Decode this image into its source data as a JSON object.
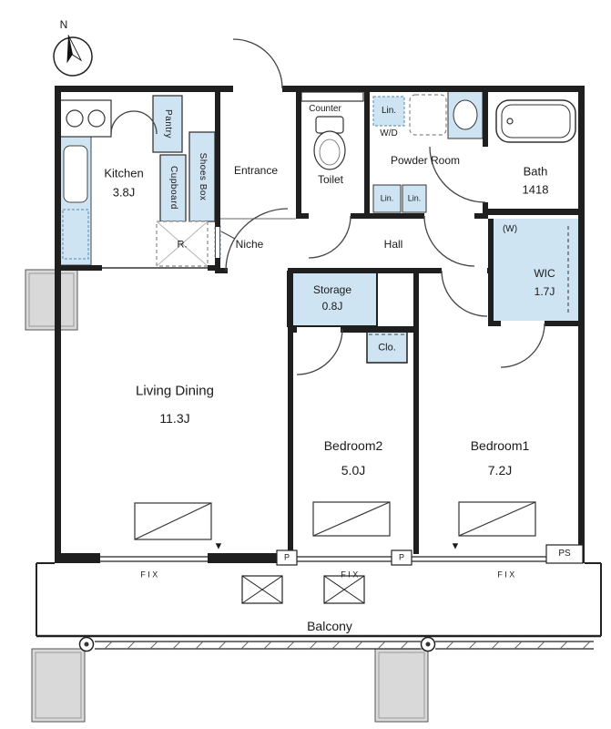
{
  "compass": {
    "north_label": "N"
  },
  "rooms": {
    "kitchen": {
      "name": "Kitchen",
      "size": "3.8J"
    },
    "entrance": {
      "name": "Entrance"
    },
    "toilet": {
      "name": "Toilet",
      "counter_label": "Counter"
    },
    "powder_room": {
      "name": "Powder Room",
      "washer_dryer_label": "W/D",
      "linen_top": "Lin.",
      "linen_bottom_left": "Lin.",
      "linen_bottom_right": "Lin."
    },
    "bath": {
      "name": "Bath",
      "size": "1418"
    },
    "hall": {
      "name": "Hall"
    },
    "niche": {
      "label": "Niche"
    },
    "wic": {
      "name": "WIC",
      "size": "1.7J",
      "window_mark": "(W)"
    },
    "storage": {
      "name": "Storage",
      "size": "0.8J"
    },
    "closet": {
      "label": "Clo."
    },
    "living_dining": {
      "name": "Living Dining",
      "size": "11.3J"
    },
    "bedroom2": {
      "name": "Bedroom2",
      "size": "5.0J"
    },
    "bedroom1": {
      "name": "Bedroom1",
      "size": "7.2J"
    },
    "balcony": {
      "name": "Balcony"
    }
  },
  "built_ins": {
    "pantry": "Pantry",
    "cupboard": "Cupboard",
    "shoes_box": "Shoes Box",
    "refrigerator_space": "R."
  },
  "annotations": {
    "fix_living": "FIX",
    "fix_bedroom2": "FIX",
    "fix_bedroom1": "FIX",
    "pipe_left": "P",
    "pipe_right": "P",
    "pipe_space": "PS",
    "vent_living": "▼",
    "vent_bedroom1": "▼"
  },
  "colors": {
    "fixture_fill": "#cfe4f3",
    "wall": "#1f1f1f",
    "pillar_fill": "#d9d9d9"
  }
}
